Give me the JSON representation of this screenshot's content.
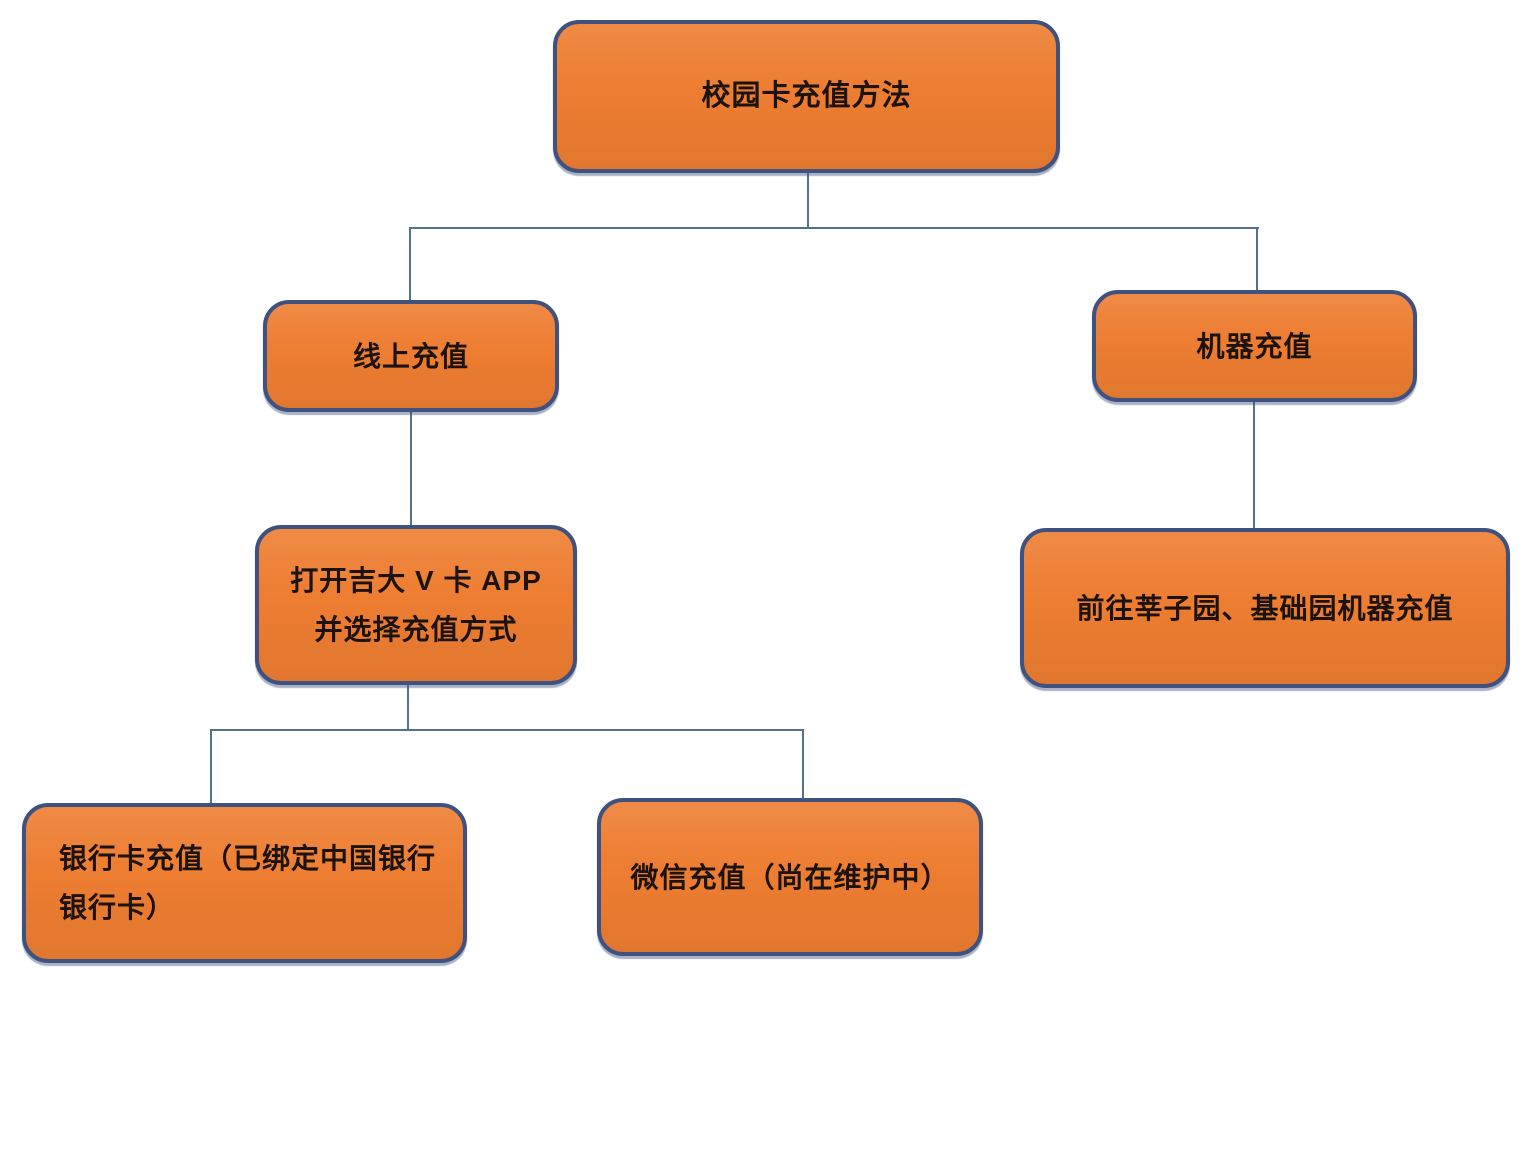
{
  "diagram": {
    "title": "校园卡充值方法",
    "type": "flowchart",
    "nodes": {
      "root": {
        "label": "校园卡充值方法"
      },
      "online": {
        "label": "线上充值"
      },
      "machine": {
        "label": "机器充值"
      },
      "app": {
        "label": "打开吉大 V 卡 APP\n并选择充值方式"
      },
      "go": {
        "label": "前往莘子园、基础园机器充值"
      },
      "bank": {
        "label": "银行卡充值（已绑定中国银行\n银行卡）"
      },
      "wechat": {
        "label": "微信充值（尚在维护中）"
      }
    },
    "edges": [
      {
        "from": "root",
        "to": "online"
      },
      {
        "from": "root",
        "to": "machine"
      },
      {
        "from": "online",
        "to": "app"
      },
      {
        "from": "machine",
        "to": "go"
      },
      {
        "from": "app",
        "to": "bank"
      },
      {
        "from": "app",
        "to": "wechat"
      }
    ]
  },
  "theme": {
    "node_fill": "#ED7D31",
    "node_border": "#3F517E",
    "connector": "#53718F",
    "text": "#1C130E",
    "background": "#FFFFFF"
  }
}
